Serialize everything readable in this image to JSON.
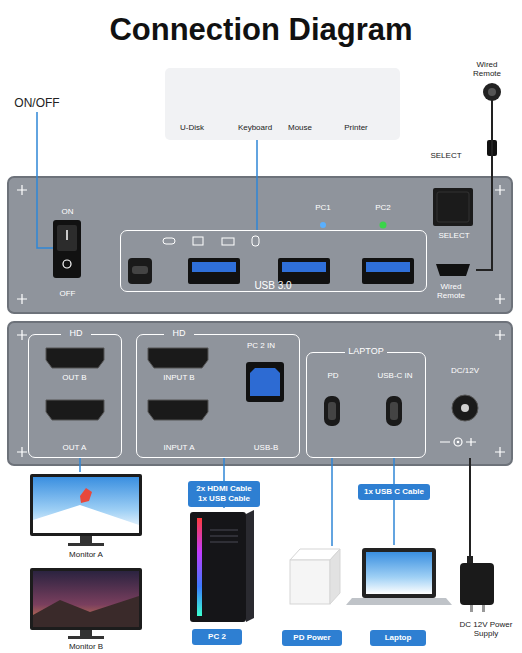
{
  "diagram": {
    "title": "Connection Diagram",
    "nodes": [
      {
        "text": [
          "U-Disk",
          "Keyboard",
          "Mouse",
          "Printer"
        ]
      },
      {
        "text": [
          "Wired Remote"
        ]
      },
      {
        "text": [
          "ON",
          "OFF"
        ]
      },
      {
        "text": [
          "USB 3.0"
        ]
      },
      {
        "text": [
          "SELECT"
        ]
      },
      {
        "text": [
          "Wired Remote"
        ]
      },
      {
        "text": [
          "HD",
          "OUT B",
          "OUT A"
        ]
      },
      {
        "text": [
          "HD",
          "PC 2 IN",
          "INPUT B",
          "INPUT A",
          "USB-B"
        ]
      },
      {
        "text": [
          "LAPTOP",
          "PD",
          "USB-C IN"
        ]
      },
      {
        "text": [
          "DC/12V"
        ]
      },
      {
        "text": [
          "Monitor A"
        ]
      },
      {
        "text": [
          "Monitor B"
        ]
      },
      {
        "text": [
          "PC 2"
        ]
      },
      {
        "text": [
          "PD Power"
        ]
      },
      {
        "text": [
          "Laptop"
        ]
      },
      {
        "text": [
          "DC 12V Power Supply"
        ]
      }
    ],
    "edges": [
      {
        "from": 0,
        "to": 3,
        "arrow": "none"
      },
      {
        "from": 1,
        "to": 5,
        "arrow": "none"
      },
      {
        "from": 6,
        "to": 10,
        "arrow": "none"
      },
      {
        "from": 7,
        "to": 12,
        "label": "2x HDMI Cable 1x USB Cable",
        "arrow": "none"
      },
      {
        "from": 8,
        "to": 13,
        "arrow": "none"
      },
      {
        "from": 8,
        "to": 14,
        "label": "1x USB C Cable",
        "arrow": "none"
      },
      {
        "from": 9,
        "to": 15,
        "arrow": "none"
      }
    ],
    "labels": [
      "ON/OFF",
      "SELECT",
      "PC1",
      "PC2"
    ]
  }
}
